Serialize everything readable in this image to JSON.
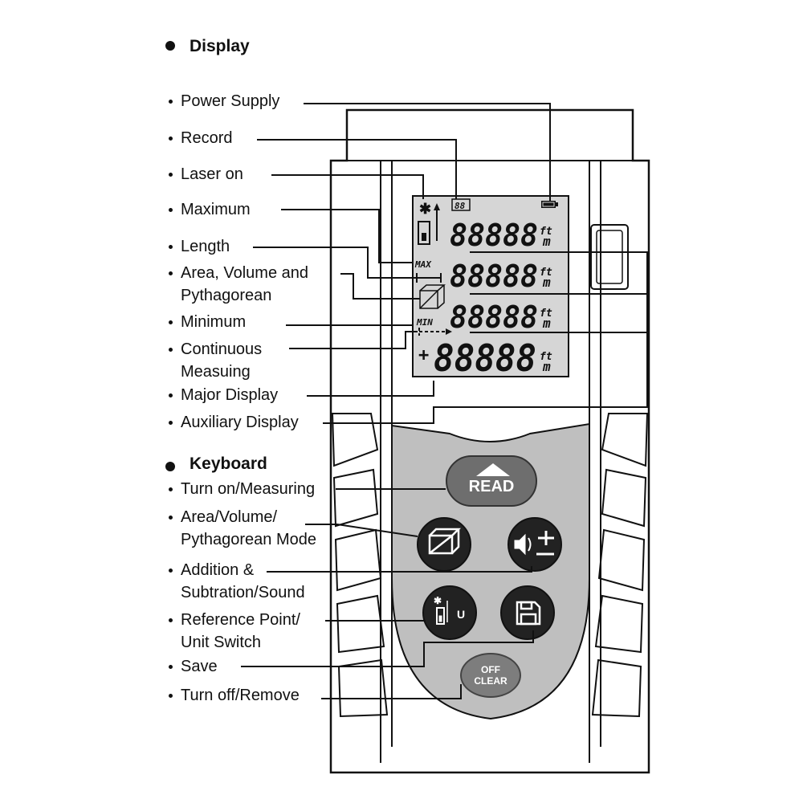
{
  "display_section": {
    "heading": "Display",
    "labels": [
      [
        "Power Supply"
      ],
      [
        "Record"
      ],
      [
        "Laser on"
      ],
      [
        "Maximum"
      ],
      [
        "Length"
      ],
      [
        "Area, Volume and",
        "Pythagorean"
      ],
      [
        "Minimum"
      ],
      [
        "Continuous",
        "Measuing"
      ],
      [
        "Major Display"
      ],
      [
        "Auxiliary Display"
      ]
    ]
  },
  "keyboard_section": {
    "heading": "Keyboard",
    "labels": [
      [
        "Turn on/Measuring"
      ],
      [
        "Area/Volume/",
        "Pythagorean Mode"
      ],
      [
        "Addition &",
        "Subtration/Sound"
      ],
      [
        "Reference Point/",
        "Unit Switch"
      ],
      [
        "Save"
      ],
      [
        "Turn off/Remove"
      ]
    ]
  },
  "lcd": {
    "record_digits": "88",
    "digits": "88888",
    "unit_ft": "ft",
    "unit_m": "m",
    "max_label": "MAX",
    "min_label": "MIN",
    "plus_sign": "+"
  },
  "buttons": {
    "read": "READ",
    "off_line1": "OFF",
    "off_line2": "CLEAR",
    "unit_letter": "U"
  },
  "icons": {
    "laser": "laser-star-icon",
    "battery": "battery-icon",
    "reference": "reference-point-icon",
    "length": "length-arrow-icon",
    "volume": "volume-cube-icon",
    "continuous": "continuous-arrow-icon",
    "area_mode": "area-volume-icon",
    "sound": "speaker-plus-minus-icon",
    "save": "floppy-disk-icon"
  },
  "colors": {
    "ink": "#111111",
    "lcd_background": "#d6d6d6",
    "keypad_background": "#bfbfbf",
    "button_dark": "#222222",
    "button_grey": "#6e6e6e"
  }
}
